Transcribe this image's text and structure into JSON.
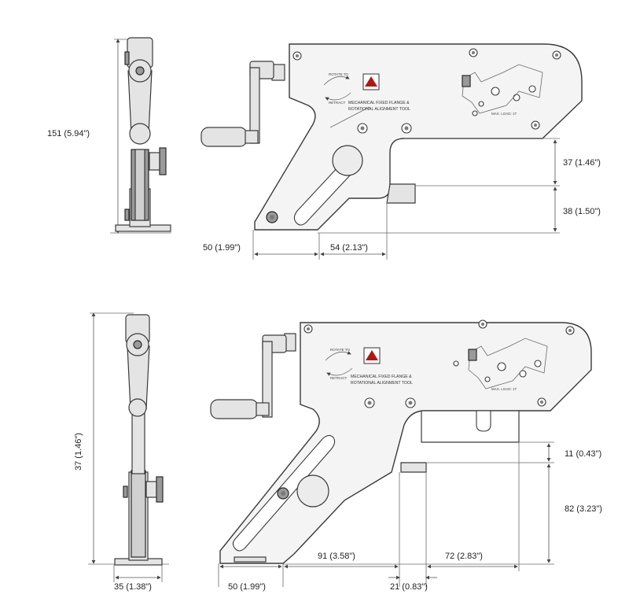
{
  "tool_label": {
    "line1": "MECHANICAL FIXED FLANGE &",
    "line2": "ROTATIONAL ALIGNMENT TOOL",
    "max_load": "MAX. LOAD: 1T",
    "rotate_top": "ROTATE TO",
    "rotate_bottom": "RETRACT"
  },
  "colors": {
    "warning_triangle": "#b01818",
    "line": "#3a3a3a",
    "fill_light": "#f4f4f4"
  },
  "top_view": {
    "dim_height": "151 (5.94\")",
    "dim_upper_right": "37 (1.46\")",
    "dim_lower_right": "38 (1.50\")",
    "dim_base_left": "50 (1.99\")",
    "dim_base_right": "54 (2.13\")"
  },
  "bottom_view": {
    "dim_height": "37 (1.46\")",
    "dim_side_base": "35 (1.38\")",
    "dim_base_left": "50 (1.99\")",
    "dim_middle": "91 (3.58\")",
    "dim_right": "72 (2.83\")",
    "dim_gap": "21 (0.83\")",
    "dim_upper_right": "11 (0.43\")",
    "dim_lower_right": "82 (3.23\")"
  }
}
